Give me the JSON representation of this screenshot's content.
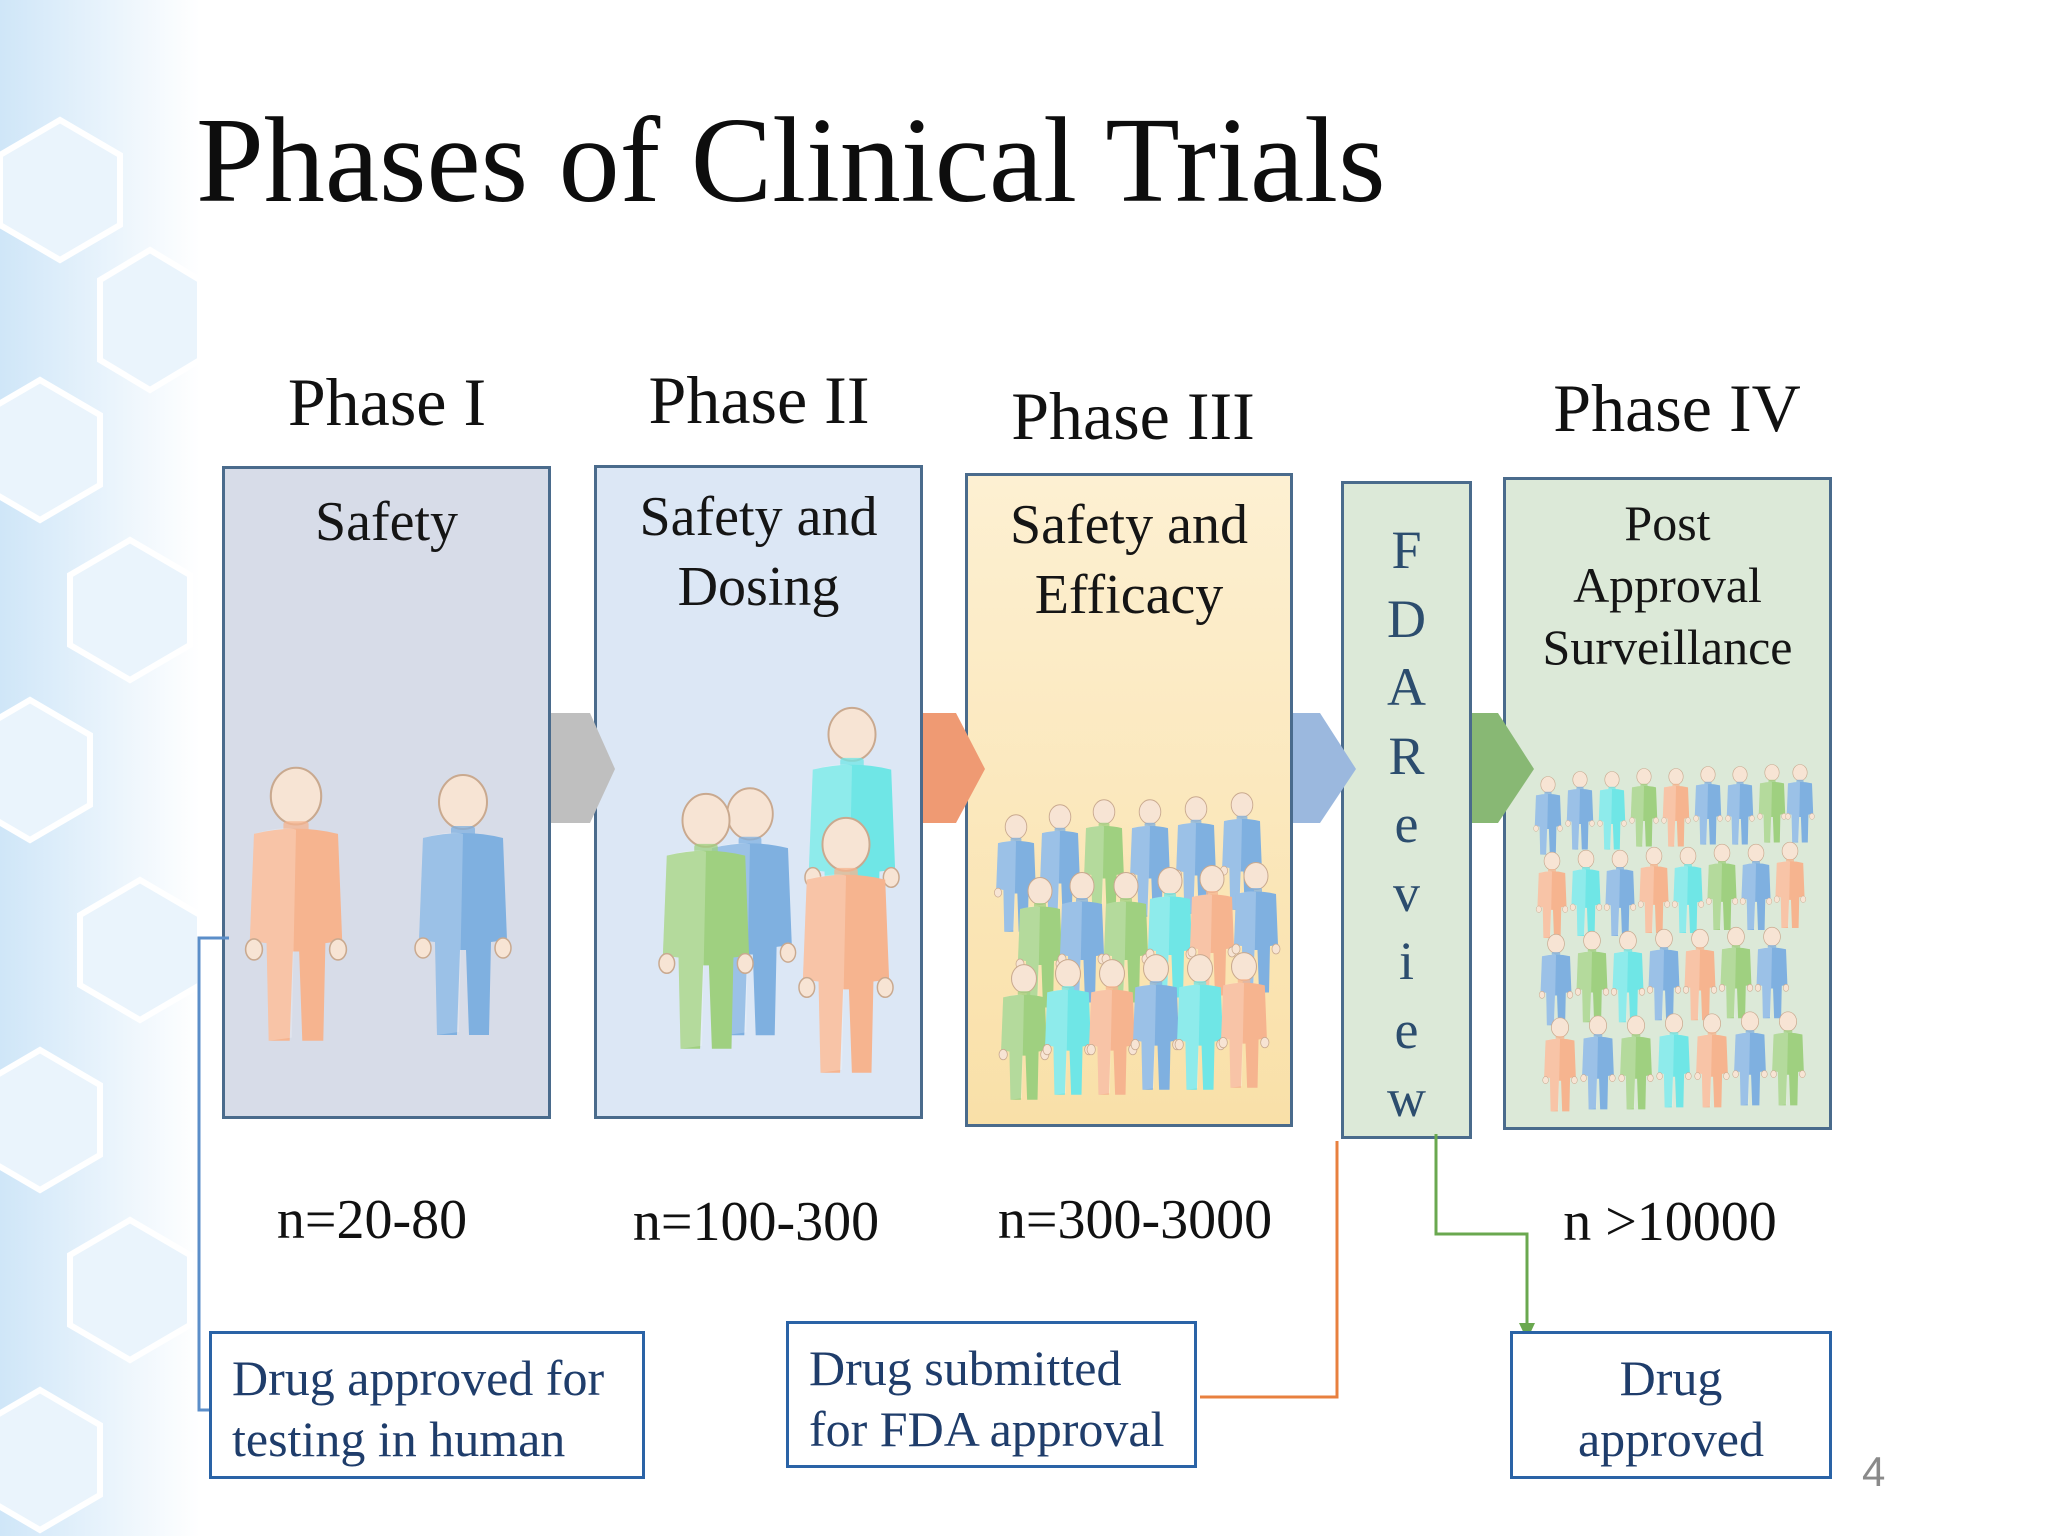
{
  "slide": {
    "title": "Phases of Clinical Trials",
    "page_number": "4"
  },
  "phases": [
    {
      "label": "Phase I",
      "focus_lines": [
        "Safety"
      ],
      "participants": "n=20-80",
      "fill": "#d7dce8"
    },
    {
      "label": "Phase II",
      "focus_lines": [
        "Safety and",
        "Dosing"
      ],
      "participants": "n=100-300",
      "fill": "#dce7f5"
    },
    {
      "label": "Phase III",
      "focus_lines": [
        "Safety and",
        "Efficacy"
      ],
      "participants": "n=300-3000",
      "fill": "#fbe7bd"
    },
    {
      "label": "Phase IV",
      "focus_lines": [
        "Post",
        "Approval",
        "Surveillance"
      ],
      "participants": "n >10000",
      "fill": "#dce9d8"
    }
  ],
  "fda_review": {
    "letters": [
      "F",
      "D",
      "A",
      "R",
      "e",
      "v",
      "i",
      "e",
      "w"
    ]
  },
  "milestones": [
    {
      "lines": [
        "Drug approved for",
        "testing in human"
      ],
      "connector_color": "#5b8ec9"
    },
    {
      "lines": [
        "Drug submitted",
        "for FDA approval"
      ],
      "connector_color": "#e8803f"
    },
    {
      "lines": [
        "Drug",
        "approved"
      ],
      "connector_color": "#6aa84f"
    }
  ],
  "arrows": {
    "colors": [
      "#bfbfbf",
      "#ef9a73",
      "#9bb8de",
      "#88b874"
    ]
  },
  "figure_colors": [
    "#f6b48f",
    "#7fb0e0",
    "#9fd080",
    "#6fe6e6"
  ]
}
